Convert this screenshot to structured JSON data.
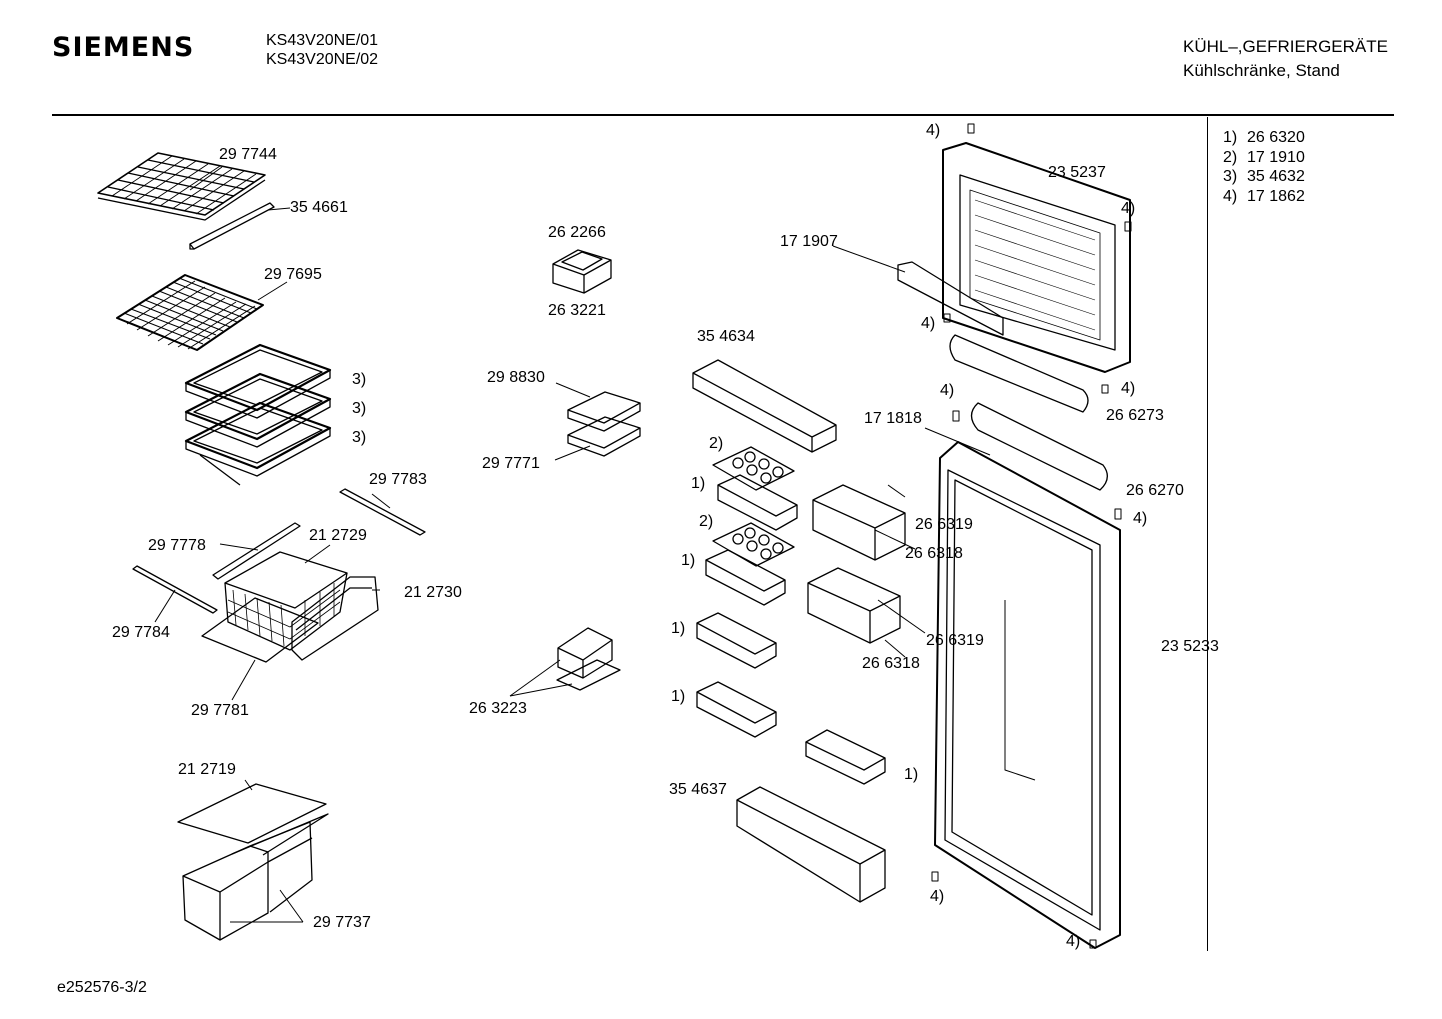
{
  "header": {
    "brand": "SIEMENS",
    "models": [
      "KS43V20NE/01",
      "KS43V20NE/02"
    ],
    "category": "KÜHL–,GEFRIERGERÄTE",
    "subcategory": "Kühlschränke, Stand"
  },
  "footnotes": [
    {
      "key": "1)",
      "value": "26 6320"
    },
    {
      "key": "2)",
      "value": "17 1910"
    },
    {
      "key": "3)",
      "value": "35 4632"
    },
    {
      "key": "4)",
      "value": "17 1862"
    }
  ],
  "labels": {
    "p297744": "29 7744",
    "p354661": "35 4661",
    "p297695": "29 7695",
    "n3a": "3)",
    "n3b": "3)",
    "n3c": "3)",
    "p297783": "29 7783",
    "p297778": "29 7778",
    "p212729": "21 2729",
    "p212730": "21 2730",
    "p297784": "29 7784",
    "p297781": "29 7781",
    "p212719": "21 2719",
    "p297737": "29 7737",
    "p262266": "26 2266",
    "p263221": "26 3221",
    "p298830": "29 8830",
    "p297771": "29 7771",
    "p263223": "26 3223",
    "p354634": "35 4634",
    "n2a": "2)",
    "n1a": "1)",
    "n2b": "2)",
    "n1b": "1)",
    "n1c": "1)",
    "n1d": "1)",
    "n1e": "1)",
    "p354637": "35 4637",
    "p266319a": "26 6319",
    "p266318a": "26 6318",
    "p266319b": "26 6319",
    "p266318b": "26 6318",
    "n4a": "4)",
    "p235237": "23 5237",
    "n4b": "4)",
    "p171907": "17 1907",
    "n4c": "4)",
    "n4d": "4)",
    "n4e": "4)",
    "p266273": "26 6273",
    "p171818": "17 1818",
    "p266270": "26 6270",
    "n4f": "4)",
    "p235233": "23 5233",
    "n4g": "4)",
    "n4h": "4)"
  },
  "footer": {
    "doc_ref": "e252576-3/2"
  }
}
